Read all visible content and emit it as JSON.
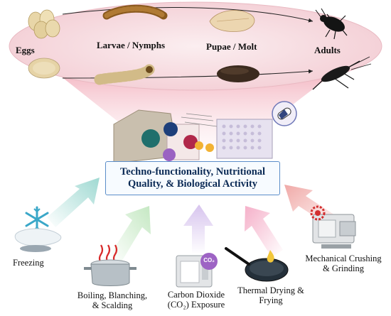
{
  "lifecycle": {
    "stages": [
      {
        "id": "eggs",
        "label": "Eggs"
      },
      {
        "id": "larvae",
        "label": "Larvae / Nymphs"
      },
      {
        "id": "pupae",
        "label": "Pupae / Molt"
      },
      {
        "id": "adults",
        "label": "Adults"
      }
    ]
  },
  "center_box": {
    "line1": "Techno-functionality, Nutritional",
    "line2": "Quality, & Biological Activity"
  },
  "methods": {
    "freezing": {
      "line1": "Freezing"
    },
    "boiling": {
      "line1": "Boiling, Blanching,",
      "line2": "& Scalding"
    },
    "co2": {
      "line1": "Carbon Dioxide",
      "line2": "(CO₂) Exposure",
      "badge": "CO₂"
    },
    "thermal": {
      "line1": "Thermal Drying &",
      "line2": "Frying"
    },
    "mechanical": {
      "line1": "Mechanical Crushing",
      "line2": "& Grinding"
    }
  },
  "colors": {
    "ellipse_fill": "#f7dfe3",
    "funnel": "#f3b6c0",
    "arrow_freezing": "#a9ded8",
    "arrow_boiling": "#cdeccc",
    "arrow_co2": "#dccbef",
    "arrow_thermal": "#f6b8cf",
    "arrow_mechanical": "#f2b0ae",
    "box_border": "#5b8dc9"
  }
}
